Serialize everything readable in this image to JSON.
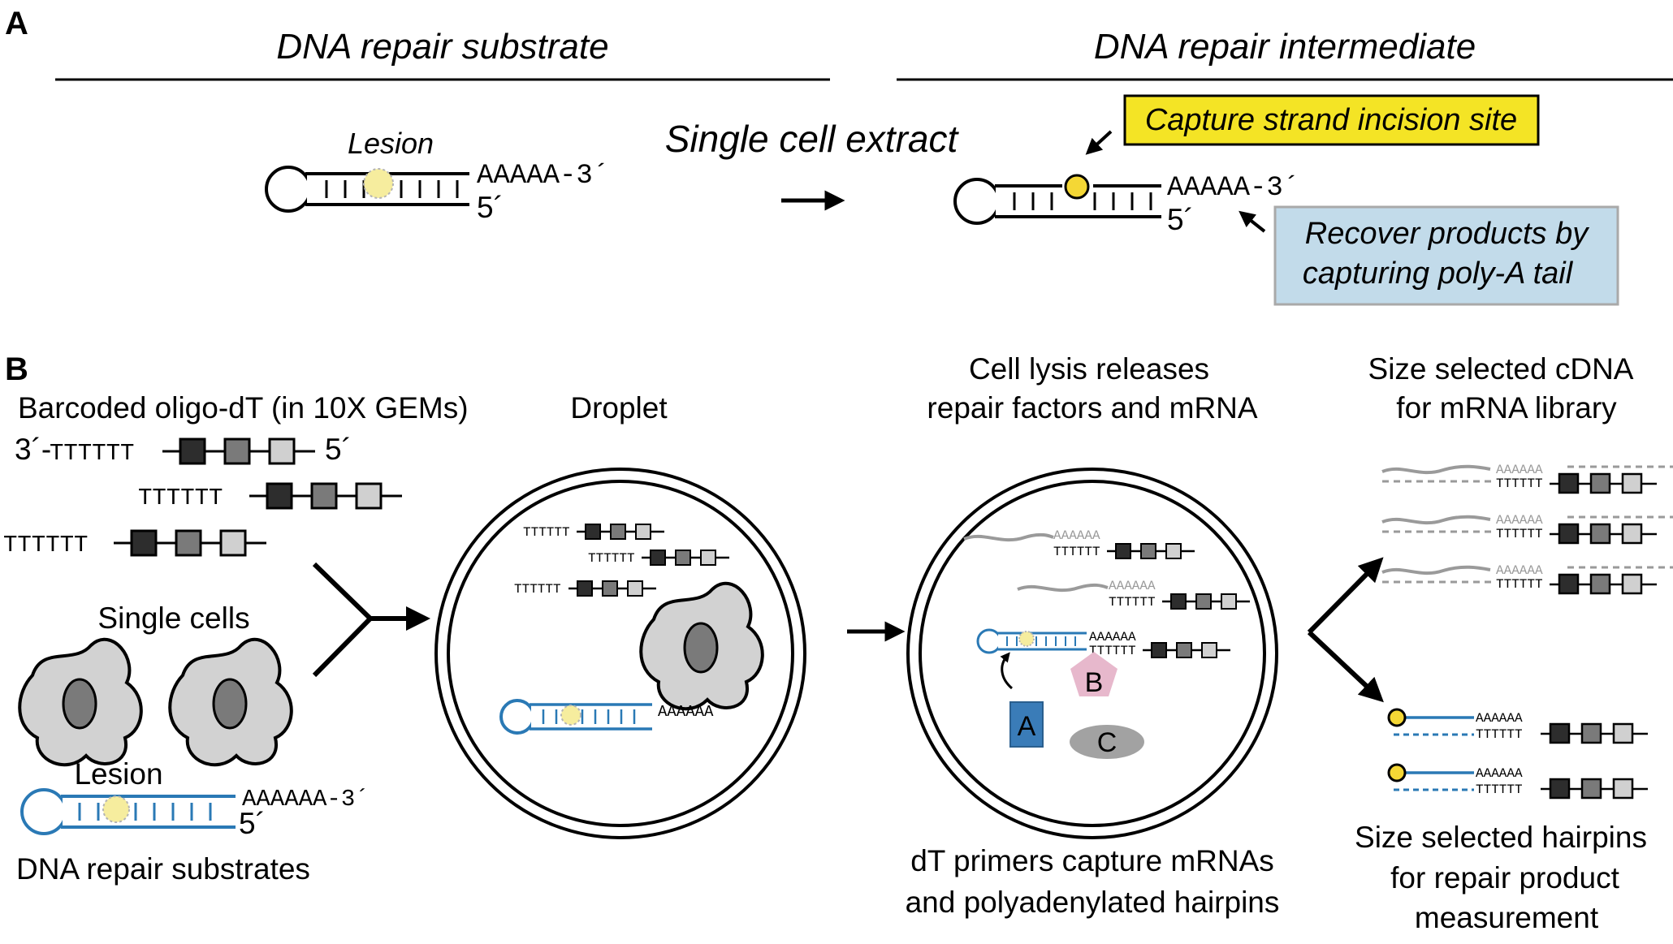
{
  "panel_a": {
    "letter": "A",
    "substrate_header": "DNA repair substrate",
    "intermediate_header": "DNA repair intermediate",
    "lesion_label": "Lesion",
    "seq_3prime": "AAAAA-3´",
    "seq_5prime": "5´",
    "extract_label": "Single cell extract",
    "incision_label": "Capture strand incision site",
    "recover_line1": "Recover products by",
    "recover_line2": "capturing poly-A tail"
  },
  "panel_b": {
    "letter": "B",
    "oligo_label": "Barcoded oligo-dT (in 10X GEMs)",
    "oligo_3prime": "3´-",
    "oligo_5prime": "5´",
    "poly_t": "TTTTTT",
    "poly_a": "AAAAAA",
    "single_cells": "Single cells",
    "lesion_label": "Lesion",
    "substrate_3prime": "AAAAAA-3´",
    "substrate_5prime": "5´",
    "substrates_label": "DNA repair substrates",
    "droplet_label": "Droplet",
    "lysis_line1": "Cell lysis releases",
    "lysis_line2": "repair factors and mRNA",
    "capture_line1": "dT primers capture mRNAs",
    "capture_line2": "and polyadenylated hairpins",
    "cdna_line1": "Size selected cDNA",
    "cdna_line2": "for mRNA library",
    "hairpin_line1": "Size selected hairpins",
    "hairpin_line2": "for repair product",
    "hairpin_line3": "measurement",
    "factor_a": "A",
    "factor_b": "B",
    "factor_c": "C"
  },
  "colors": {
    "dna_blue": "#2a79b5",
    "lesion_yellow": "#f6ed9e",
    "incision_yellow": "#f4d735",
    "callout_yellow": "#f4e425",
    "callout_blue": "#c2dbea",
    "cell_gray": "#d2d2d2",
    "nucleus_gray": "#7a7a7a",
    "factor_a_blue": "#3a7cb8",
    "factor_b_pink": "#e7b8cc",
    "factor_c_gray": "#a2a2a2"
  }
}
